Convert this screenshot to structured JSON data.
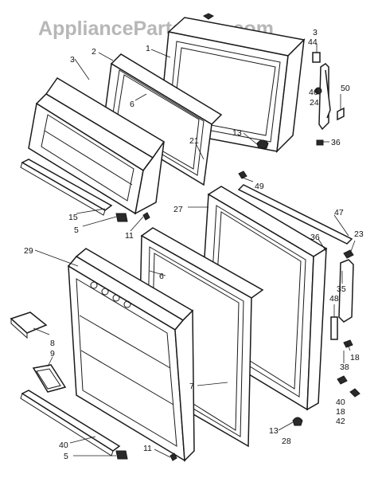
{
  "watermark": "AppliancePartsPros.com",
  "callouts": {
    "c1": "1",
    "c2": "2",
    "c3": "3",
    "c4": "6",
    "c5": "21",
    "c6": "13",
    "c7": "3",
    "c8": "44",
    "c9": "46",
    "c10": "24",
    "c11": "50",
    "c12": "36",
    "c13": "15",
    "c14": "5",
    "c15": "11",
    "c16": "49",
    "c17": "27",
    "c18": "47",
    "c19": "36",
    "c20": "23",
    "c21": "35",
    "c22": "48",
    "c23": "18",
    "c24": "38",
    "c25": "29",
    "c26": "6",
    "c27": "8",
    "c28": "9",
    "c29": "7",
    "c30": "40",
    "c31": "18",
    "c32": "42",
    "c33": "13",
    "c34": "28",
    "c35": "40",
    "c36": "5",
    "c37": "11"
  }
}
